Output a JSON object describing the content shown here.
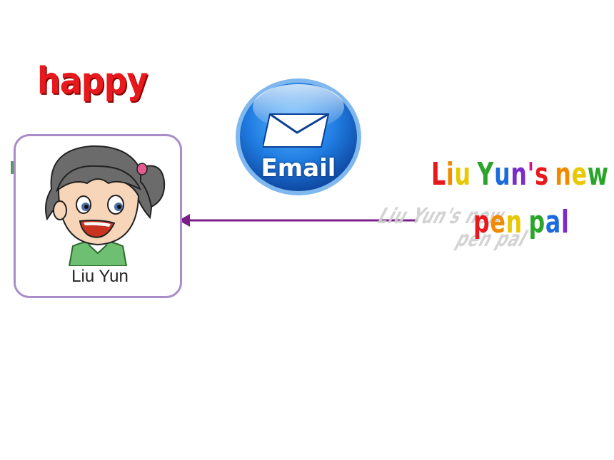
{
  "emotion_word": "happy",
  "card": {
    "name": "Liu Yun"
  },
  "email_badge": {
    "label": "Email"
  },
  "title": {
    "line1": "Liu Yun's new",
    "line2": "pen pal"
  },
  "colors": {
    "happy": "#e8191c",
    "card_border": "#a98cc9",
    "arrow": "#7a1f87",
    "badge_blue": "#1f7be0",
    "rainbow": [
      "#e8191c",
      "#f28a00",
      "#e8c800",
      "#2aa52a",
      "#1c6bdc",
      "#7a2bc9",
      "#d0108c"
    ]
  },
  "icons": {
    "email": "envelope-icon",
    "girl": "cartoon-girl-illustration"
  }
}
